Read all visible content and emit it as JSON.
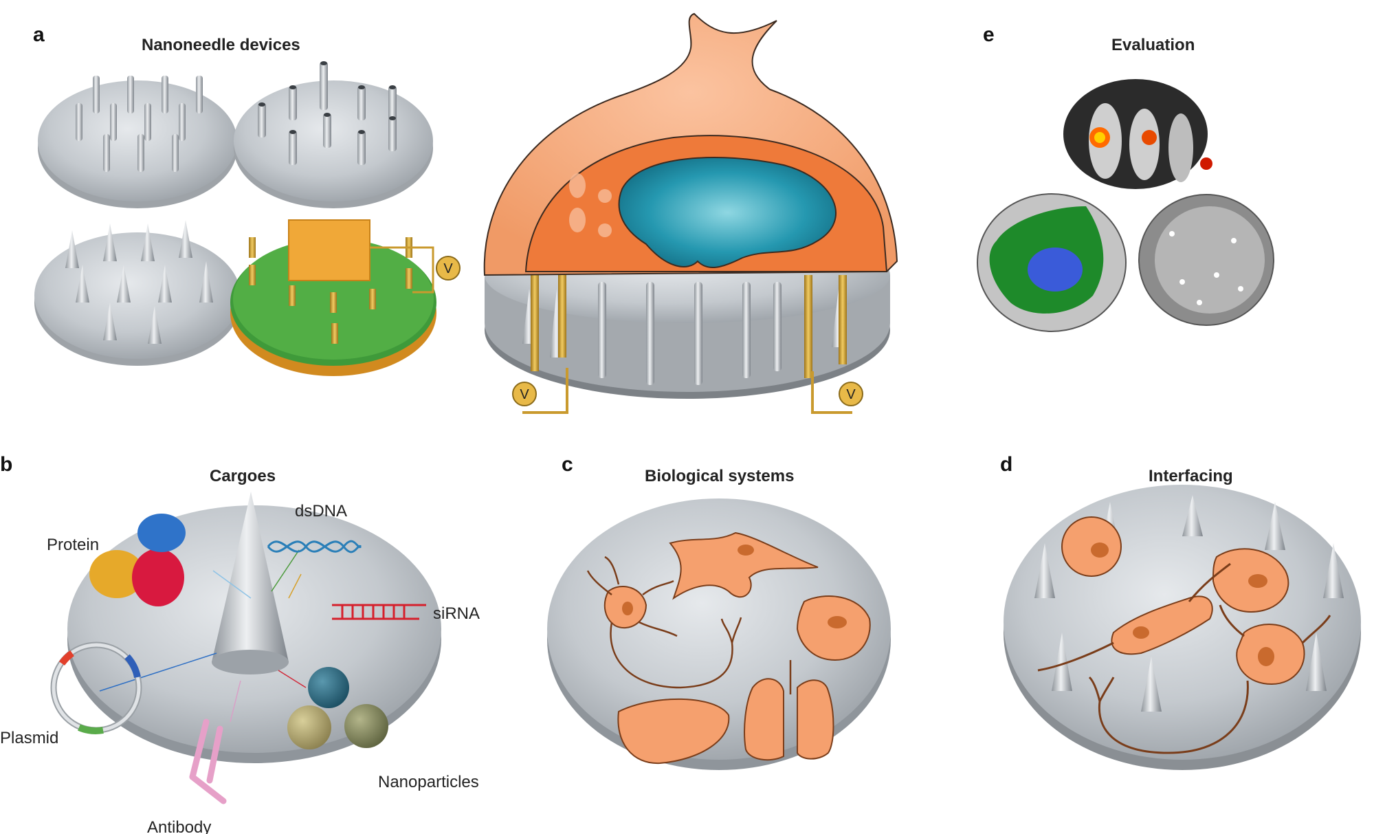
{
  "panels": {
    "a": {
      "letter": "a",
      "title": "Nanoneedle devices"
    },
    "b": {
      "letter": "b",
      "title": "Cargoes"
    },
    "c": {
      "letter": "c",
      "title": "Biological systems"
    },
    "d": {
      "letter": "d",
      "title": "Interfacing"
    },
    "e": {
      "letter": "e",
      "title": "Evaluation"
    }
  },
  "voltage_label": "V",
  "cargo_labels": {
    "protein": "Protein",
    "dsdna": "dsDNA",
    "sirna": "siRNA",
    "plasmid": "Plasmid",
    "antibody": "Antibody",
    "nanoparticles": "Nanoparticles"
  },
  "colors": {
    "cell_orange": "#f5a06e",
    "cell_dark_orange": "#ee7a3a",
    "nucleus_teal": "#1f8fa6",
    "gold": "#c99a2e",
    "green_pcb": "#3f9a3a",
    "substrate_gray": "#b9bec3"
  }
}
